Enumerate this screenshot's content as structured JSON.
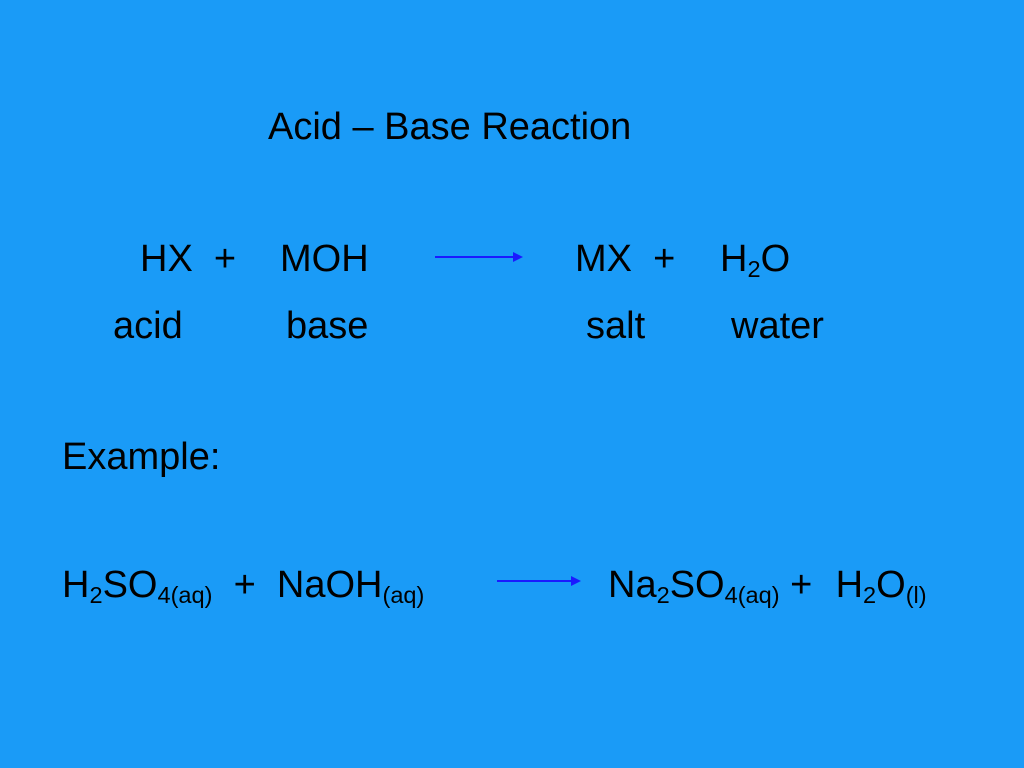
{
  "slide": {
    "background_color": "#1a9bf7",
    "arrow_color": "#1a1aff",
    "title": "Acid – Base Reaction",
    "general": {
      "reactant1": "HX",
      "plus1": "+",
      "reactant2": "MOH",
      "product1": "MX",
      "plus2": "+",
      "product2_main": "H",
      "product2_sub": "2",
      "product2_tail": "O"
    },
    "labels": {
      "acid": "acid",
      "base": "base",
      "salt": "salt",
      "water": "water"
    },
    "example_label": "Example:",
    "example": {
      "r1_h": "H",
      "r1_sub2": "2",
      "r1_so": "SO",
      "r1_sub4aq": "4(aq)",
      "plus1": "+",
      "r2_naoh": "NaOH",
      "r2_sub_aq": "(aq)",
      "p1_na": "Na",
      "p1_sub2": "2",
      "p1_so": "SO",
      "p1_sub4aq": "4(aq)",
      "plus2": "+",
      "p2_h": "H",
      "p2_sub2": "2",
      "p2_o": "O",
      "p2_sub_l": "(l)"
    }
  }
}
